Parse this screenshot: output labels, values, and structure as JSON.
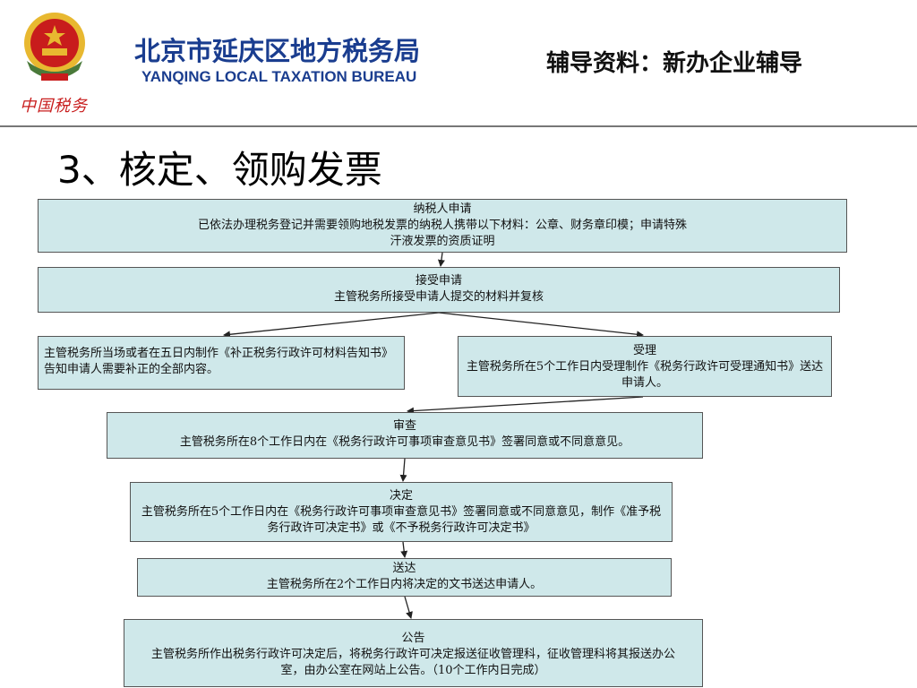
{
  "header": {
    "org_name_cn": "北京市延庆区地方税务局",
    "org_name_en": "YANQING LOCAL TAXATION BUREAU",
    "logo_script": "中国税务",
    "doc_title": "辅导资料：新办企业辅导"
  },
  "section_title": "3、核定、领购发票",
  "flow": {
    "apply": {
      "title": "纳税人申请",
      "desc": "已依法办理税务登记并需要领购地税发票的纳税人携带以下材料：公章、财务章印模；申请特殊汗液发票的资质证明"
    },
    "accept": {
      "title": "接受申请",
      "desc": "主管税务所接受申请人提交的材料并复核"
    },
    "correct": {
      "desc": "主管税务所当场或者在五日内制作《补正税务行政许可材料告知书》告知申请人需要补正的全部内容。"
    },
    "handle": {
      "title": "受理",
      "desc": "主管税务所在5个工作日内受理制作《税务行政许可受理通知书》送达申请人。"
    },
    "review": {
      "title": "审查",
      "desc": "主管税务所在8个工作日内在《税务行政许可事项审查意见书》签署同意或不同意意见。"
    },
    "decide": {
      "title": "决定",
      "desc": "主管税务所在5个工作日内在《税务行政许可事项审查意见书》签署同意或不同意意见，制作《准予税务行政许可决定书》或《不予税务行政许可决定书》"
    },
    "deliver": {
      "title": "送达",
      "desc": "主管税务所在2个工作日内将决定的文书送达申请人。"
    },
    "announce": {
      "title": "公告",
      "desc": "主管税务所作出税务行政许可决定后，将税务行政许可决定报送征收管理科，征收管理科将其报送办公室，由办公室在网站上公告。（10个工作内日完成）"
    }
  },
  "colors": {
    "box_fill": "#cfe8ea",
    "box_border": "#555555",
    "org_blue": "#1a3d8f",
    "emblem_red": "#c81c1c",
    "emblem_gold": "#e8b830"
  }
}
